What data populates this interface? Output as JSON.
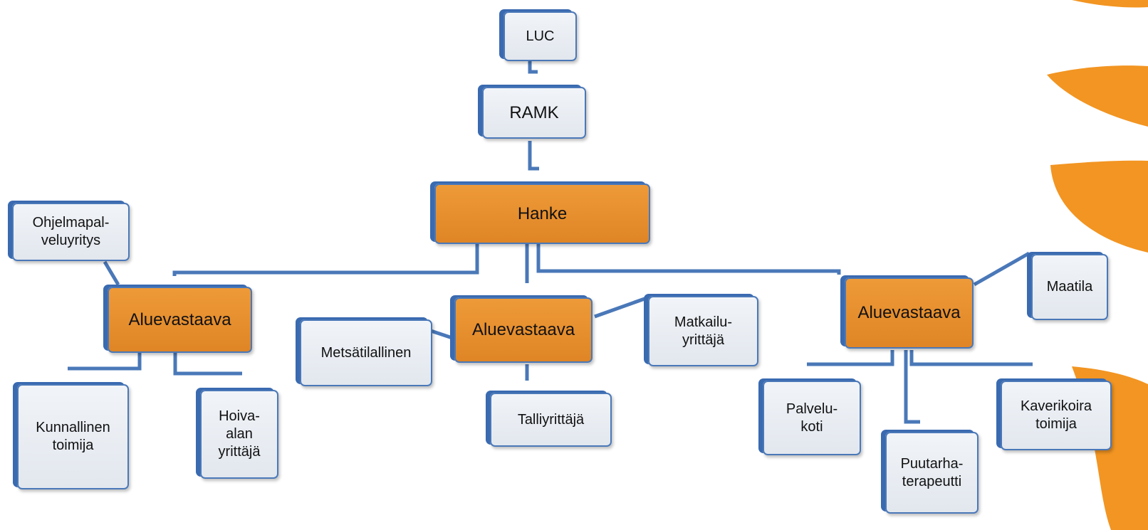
{
  "diagram": {
    "nodes": {
      "luc": "LUC",
      "ramk": "RAMK",
      "hanke": "Hanke",
      "aluevastaava_left": "Aluevastaava",
      "aluevastaava_center": "Aluevastaava",
      "aluevastaava_right": "Aluevastaava",
      "ohjelmapalveluyritys": "Ohjelmapal-\nveluyritys",
      "kunnallinen_toimija": "Kunnallinen\ntoimija",
      "hoiva_alan_yrittaja": "Hoiva-\nalan\nyrittäjä",
      "metsatilallinen": "Metsätilallinen",
      "matkailuyrittaja": "Matkailu-\nyrittäjä",
      "talliyrittaja": "Talliyrittäjä",
      "maatila": "Maatila",
      "palvelukoti": "Palvelu-\nkoti",
      "puutarhaterapeutti": "Puutarha-\nterapeutti",
      "kaverikoira_toimija": "Kaverikoira\ntoimija"
    },
    "colors": {
      "connector": "#4a78b8",
      "box_fill": "#e8ecf2",
      "highlight_fill": "#e68a2e",
      "decor_orange": "#f29522"
    }
  }
}
